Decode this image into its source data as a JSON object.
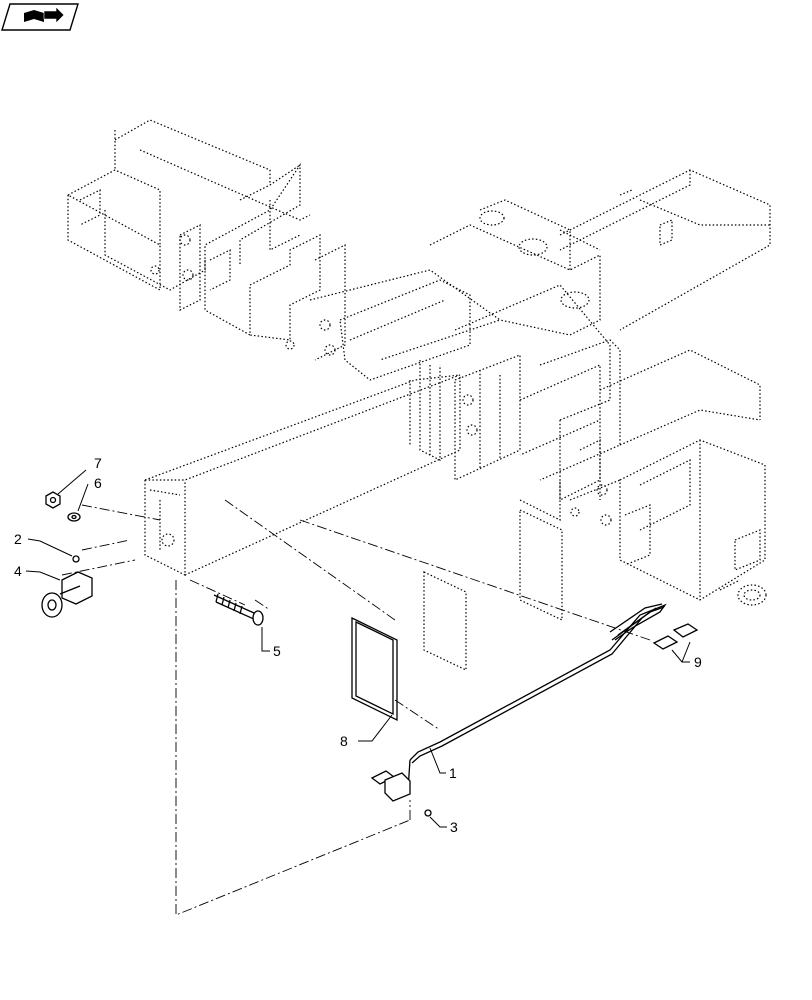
{
  "callouts": [
    {
      "id": "1",
      "label": "1"
    },
    {
      "id": "2",
      "label": "2"
    },
    {
      "id": "3",
      "label": "3"
    },
    {
      "id": "4",
      "label": "4"
    },
    {
      "id": "5",
      "label": "5"
    },
    {
      "id": "6",
      "label": "6"
    },
    {
      "id": "7",
      "label": "7"
    },
    {
      "id": "8",
      "label": "8"
    },
    {
      "id": "9",
      "label": "9"
    }
  ],
  "icons": {
    "corner": "book-arrow-icon"
  },
  "colors": {
    "line": "#000000",
    "background": "#ffffff"
  }
}
